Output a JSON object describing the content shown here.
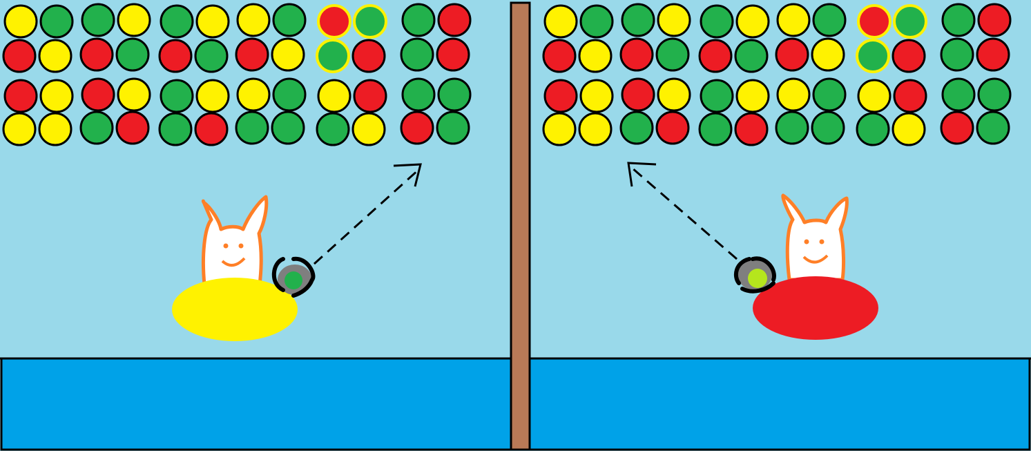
{
  "colors": {
    "sky": "#99d9ea",
    "water": "#00a2e8",
    "pole": "#b97a57",
    "outline": "#000000",
    "bubble_red": "#ed1c24",
    "bubble_green": "#22b14c",
    "bubble_yellow": "#fff200",
    "bubble_lime": "#b5e61d",
    "launcher_gray": "#7f7f7f",
    "bunny_orange": "#ff7f27",
    "bunny_face": "#ffffff"
  },
  "players": [
    {
      "id": "left",
      "tube_color": "yellow",
      "loaded_bubble": "green",
      "aim_direction": "up-right",
      "bubble_grid": [
        [
          "yellow",
          "green",
          "green",
          "yellow",
          "green",
          "yellow",
          "yellow",
          "green",
          "red",
          "green",
          "green",
          "red"
        ],
        [
          "red",
          "yellow",
          "red",
          "green",
          "red",
          "green",
          "red",
          "yellow",
          "green",
          "red",
          "green",
          "red"
        ],
        [
          "red",
          "yellow",
          "red",
          "yellow",
          "green",
          "yellow",
          "yellow",
          "green",
          "yellow",
          "red",
          "green",
          "green"
        ],
        [
          "yellow",
          "yellow",
          "green",
          "red",
          "green",
          "red",
          "green",
          "green",
          "green",
          "yellow",
          "red",
          "green"
        ]
      ]
    },
    {
      "id": "right",
      "tube_color": "red",
      "loaded_bubble": "lime",
      "aim_direction": "up-left",
      "bubble_grid": [
        [
          "yellow",
          "green",
          "green",
          "yellow",
          "green",
          "yellow",
          "yellow",
          "green",
          "red",
          "green",
          "green",
          "red"
        ],
        [
          "red",
          "yellow",
          "red",
          "green",
          "red",
          "green",
          "red",
          "yellow",
          "green",
          "red",
          "green",
          "red"
        ],
        [
          "red",
          "yellow",
          "red",
          "yellow",
          "green",
          "yellow",
          "yellow",
          "green",
          "yellow",
          "red",
          "green",
          "green"
        ],
        [
          "yellow",
          "yellow",
          "green",
          "red",
          "green",
          "red",
          "green",
          "green",
          "green",
          "yellow",
          "red",
          "green"
        ]
      ]
    }
  ],
  "highlighted_bubbles": [
    [
      0,
      8
    ],
    [
      0,
      9
    ],
    [
      1,
      8
    ]
  ]
}
